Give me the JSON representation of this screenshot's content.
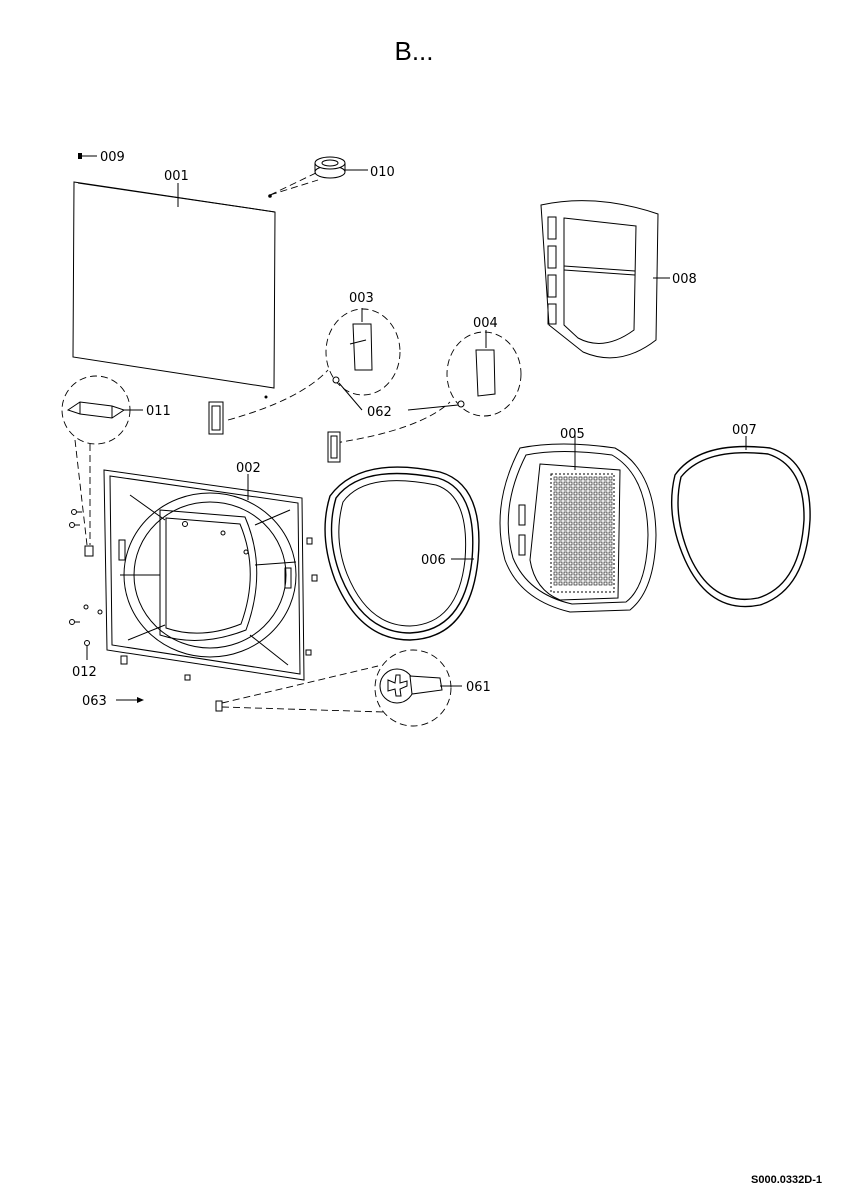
{
  "header": {
    "title": "B..."
  },
  "footer": {
    "code": "S000.0332D-1"
  },
  "part_labels": {
    "p001": "001",
    "p002": "002",
    "p003": "003",
    "p004": "004",
    "p005": "005",
    "p006": "006",
    "p007": "007",
    "p008": "008",
    "p009": "009",
    "p010": "010",
    "p011": "011",
    "p012": "012",
    "p061": "061",
    "p062": "062",
    "p063": "063"
  }
}
